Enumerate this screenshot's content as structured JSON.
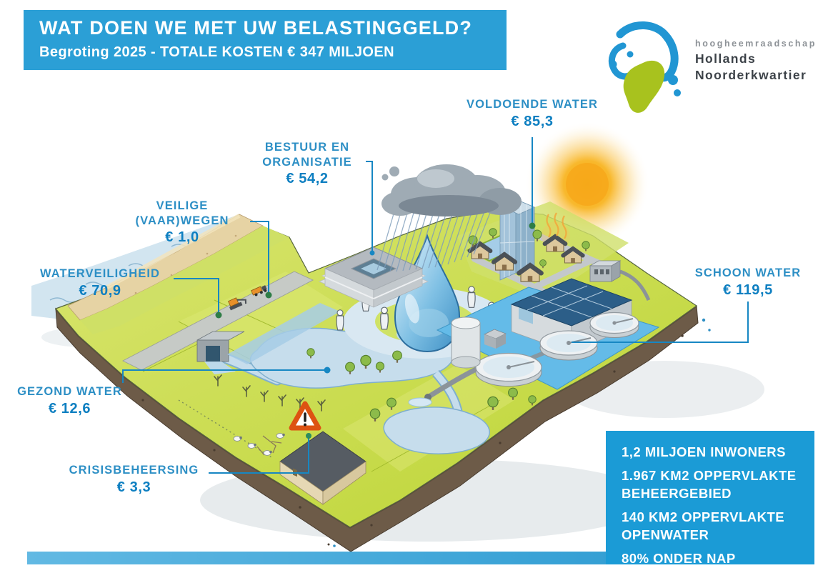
{
  "header": {
    "title": "WAT DOEN WE MET UW BELASTINGGELD?",
    "subtitle": "Begroting 2025 - TOTALE KOSTEN € 347 MILJOEN"
  },
  "logo": {
    "prefix": "hoogheemraadschap",
    "name_line1": "Hollands",
    "name_line2": "Noorderkwartier"
  },
  "callouts": [
    {
      "id": "waterveiligheid",
      "name": "WATERVEILIGHEID",
      "value": "€ 70,9"
    },
    {
      "id": "veilige-vaarwegen",
      "name": "VEILIGE (VAAR)WEGEN",
      "value": "€ 1,0"
    },
    {
      "id": "bestuur-en-organisatie",
      "name": "BESTUUR EN ORGANISATIE",
      "value": "€ 54,2"
    },
    {
      "id": "voldoende-water",
      "name": "VOLDOENDE WATER",
      "value": "€ 85,3"
    },
    {
      "id": "schoon-water",
      "name": "SCHOON WATER",
      "value": "€ 119,5"
    },
    {
      "id": "gezond-water",
      "name": "GEZOND WATER",
      "value": "€ 12,6"
    },
    {
      "id": "crisisbeheersing",
      "name": "CRISISBEHEERSING",
      "value": "€ 3,3"
    }
  ],
  "stats": {
    "items": [
      "1,2 MILJOEN INWONERS",
      "1.967 KM2 OPPERVLAKTE BEHEERGEBIED",
      "140 KM2 OPPERVLAKTE OPENWATER",
      "80% ONDER NAP"
    ]
  },
  "chart_data": {
    "type": "table",
    "title": "WAT DOEN WE MET UW BELASTINGGELD?",
    "subtitle": "Begroting 2025 - TOTALE KOSTEN € 347 MILJOEN",
    "unit": "€ miljoen",
    "categories": [
      "VOLDOENDE WATER",
      "BESTUUR EN ORGANISATIE",
      "VEILIGE (VAAR)WEGEN",
      "WATERVEILIGHEID",
      "SCHOON WATER",
      "GEZOND WATER",
      "CRISISBEHEERSING"
    ],
    "values": [
      85.3,
      54.2,
      1.0,
      70.9,
      119.5,
      12.6,
      3.3
    ],
    "total": 347
  },
  "colors": {
    "header_bg": "#2b9fd6",
    "stats_bg": "#1b9bd6",
    "label_text": "#2d8fc5",
    "value_text": "#0e7fc1",
    "connector": "#1787c3",
    "land_green": "#c6d94d",
    "logo_green": "#a8c21e",
    "logo_blue": "#2196d3",
    "sun_orange": "#f6a81c",
    "warning_orange": "#dd5312"
  }
}
